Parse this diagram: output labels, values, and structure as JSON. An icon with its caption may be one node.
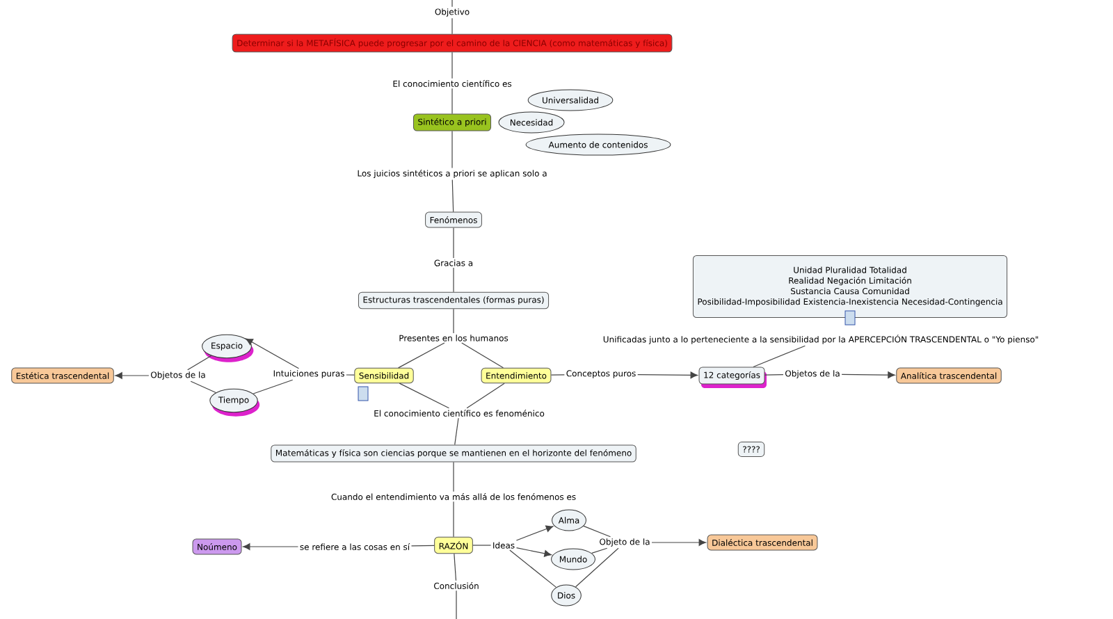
{
  "diagram": {
    "nodes": [
      {
        "text": [
          "Objetivo"
        ]
      },
      {
        "text": [
          "Determinar si la METAFÍSICA puede progresar por el camino de la CIENCIA (como matemáticas y física)"
        ]
      },
      {
        "text": [
          "El conocimiento científico es"
        ]
      },
      {
        "text": [
          "Sintético a priori"
        ]
      },
      {
        "text": [
          "Universalidad"
        ]
      },
      {
        "text": [
          "Necesidad"
        ]
      },
      {
        "text": [
          "Aumento de contenidos"
        ]
      },
      {
        "text": [
          "Los juicios sintéticos a priori se aplican solo a"
        ]
      },
      {
        "text": [
          "Fenómenos"
        ]
      },
      {
        "text": [
          "Gracias a"
        ]
      },
      {
        "text": [
          "Estructuras trascendentales (formas puras)"
        ]
      },
      {
        "text": [
          "Presentes en los humanos"
        ]
      },
      {
        "text": [
          "Sensibilidad"
        ]
      },
      {
        "text": [
          "Entendimiento"
        ]
      },
      {
        "text": [
          "El conocimiento científico es fenoménico"
        ]
      },
      {
        "text": [
          "Intuiciones puras"
        ]
      },
      {
        "text": [
          "Espacio"
        ]
      },
      {
        "text": [
          "Tiempo"
        ]
      },
      {
        "text": [
          "Objetos de la"
        ]
      },
      {
        "text": [
          "Estética trascendental"
        ]
      },
      {
        "text": [
          "Conceptos puros"
        ]
      },
      {
        "text": [
          "12 categorías"
        ]
      },
      {
        "text": [
          "Objetos de la"
        ]
      },
      {
        "text": [
          "Analítica trascendental"
        ]
      },
      {
        "text": [
          "Unidad Pluralidad Totalidad",
          "Realidad Negación Limitación",
          "Sustancia Causa Comunidad",
          "Posibilidad-Imposibilidad Existencia-Inexistencia Necesidad-Contingencia"
        ]
      },
      {
        "text": [
          "Unificadas junto a lo perteneciente a la sensibilidad por la APERCEPCIÓN TRASCENDENTAL o \"Yo pienso\""
        ]
      },
      {
        "text": [
          "Matemáticas y física son ciencias porque se mantienen en el horizonte del fenómeno"
        ]
      },
      {
        "text": [
          "????"
        ]
      },
      {
        "text": [
          "Cuando el entendimiento va más allá de los fenómenos es"
        ]
      },
      {
        "text": [
          "RAZÓN"
        ]
      },
      {
        "text": [
          "se refiere a las cosas en sí"
        ]
      },
      {
        "text": [
          "Noúmeno"
        ]
      },
      {
        "text": [
          "Ideas"
        ]
      },
      {
        "text": [
          "Alma"
        ]
      },
      {
        "text": [
          "Mundo"
        ]
      },
      {
        "text": [
          "Dios"
        ]
      },
      {
        "text": [
          "Objeto de la"
        ]
      },
      {
        "text": [
          "Dialéctica trascendental"
        ]
      },
      {
        "text": [
          "Conclusión"
        ]
      }
    ],
    "edges": [
      {
        "from": null,
        "to": 0,
        "arrow": "none"
      },
      {
        "from": 0,
        "to": 1,
        "arrow": "none"
      },
      {
        "from": 1,
        "to": 2,
        "arrow": "none"
      },
      {
        "from": 2,
        "to": 3,
        "arrow": "none"
      },
      {
        "from": 3,
        "to": 7,
        "arrow": "none"
      },
      {
        "from": 7,
        "to": 8,
        "arrow": "none"
      },
      {
        "from": 8,
        "to": 9,
        "arrow": "none"
      },
      {
        "from": 9,
        "to": 10,
        "arrow": "none"
      },
      {
        "from": 10,
        "to": 11,
        "arrow": "none"
      },
      {
        "from": 11,
        "to": 12,
        "arrow": "none"
      },
      {
        "from": 11,
        "to": 13,
        "arrow": "none"
      },
      {
        "from": 12,
        "to": 14,
        "arrow": "none"
      },
      {
        "from": 13,
        "to": 14,
        "arrow": "none"
      },
      {
        "from": 14,
        "to": 26,
        "arrow": "none"
      },
      {
        "from": 12,
        "to": 15,
        "arrow": "none"
      },
      {
        "from": 15,
        "to": 16,
        "arrow": "to"
      },
      {
        "from": 15,
        "to": 17,
        "arrow": "none"
      },
      {
        "from": 16,
        "to": 18,
        "arrow": "none"
      },
      {
        "from": 17,
        "to": 18,
        "arrow": "none"
      },
      {
        "from": 18,
        "to": 19,
        "arrow": "to"
      },
      {
        "from": 13,
        "to": 20,
        "arrow": "none"
      },
      {
        "from": 20,
        "to": 21,
        "arrow": "to"
      },
      {
        "from": 21,
        "to": 22,
        "arrow": "none"
      },
      {
        "from": 22,
        "to": 23,
        "arrow": "to"
      },
      {
        "from": 21,
        "to": 25,
        "arrow": "none"
      },
      {
        "from": 26,
        "to": 28,
        "arrow": "none"
      },
      {
        "from": 28,
        "to": 29,
        "arrow": "none"
      },
      {
        "from": 29,
        "to": 30,
        "arrow": "none"
      },
      {
        "from": 30,
        "to": 31,
        "arrow": "to"
      },
      {
        "from": 29,
        "to": 32,
        "arrow": "none"
      },
      {
        "from": 32,
        "to": 33,
        "arrow": "to"
      },
      {
        "from": 32,
        "to": 34,
        "arrow": "to"
      },
      {
        "from": 32,
        "to": 35,
        "arrow": "none"
      },
      {
        "from": 33,
        "to": 36,
        "arrow": "none"
      },
      {
        "from": 34,
        "to": 36,
        "arrow": "none"
      },
      {
        "from": 35,
        "to": 36,
        "arrow": "none"
      },
      {
        "from": 36,
        "to": 37,
        "arrow": "to"
      },
      {
        "from": 29,
        "to": 38,
        "arrow": "none"
      },
      {
        "from": 38,
        "to": null,
        "arrow": "none"
      }
    ]
  }
}
